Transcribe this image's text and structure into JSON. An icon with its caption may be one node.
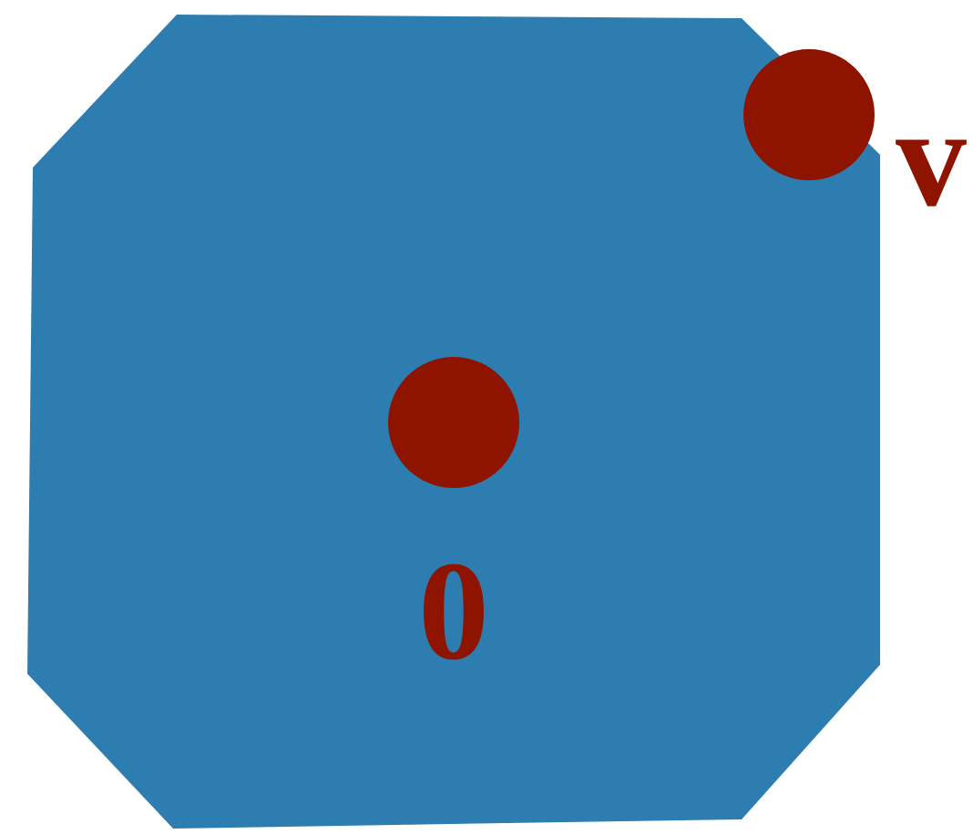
{
  "diagram": {
    "nodes": [
      {
        "text": [],
        "shape": "circle",
        "beside": [
          "v"
        ]
      },
      {
        "text": [],
        "shape": "circle",
        "beside": [
          "0"
        ]
      }
    ]
  }
}
